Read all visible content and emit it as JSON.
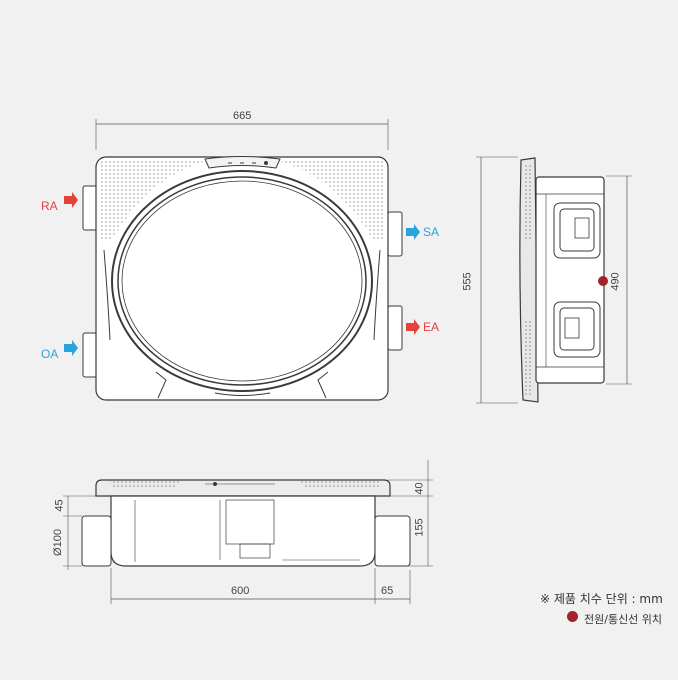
{
  "dimensions": {
    "top_width": "665",
    "side_height_outer": "555",
    "side_height_inner": "490",
    "front_width": "600",
    "front_port": "65",
    "front_lid": "40",
    "front_body": "155",
    "front_left_offset": "45",
    "front_diameter": "Ø100"
  },
  "ports": {
    "ra": "RA",
    "oa": "OA",
    "sa": "SA",
    "ea": "EA"
  },
  "legend": {
    "unit_note": "※ 제품 치수 단위 : mm",
    "power_note": "전원/통신선 위치"
  },
  "colors": {
    "red_arrow": "#e2433a",
    "blue_arrow": "#2aa4dd",
    "power_dot": "#a3222c",
    "outline": "#3a3a3a"
  }
}
